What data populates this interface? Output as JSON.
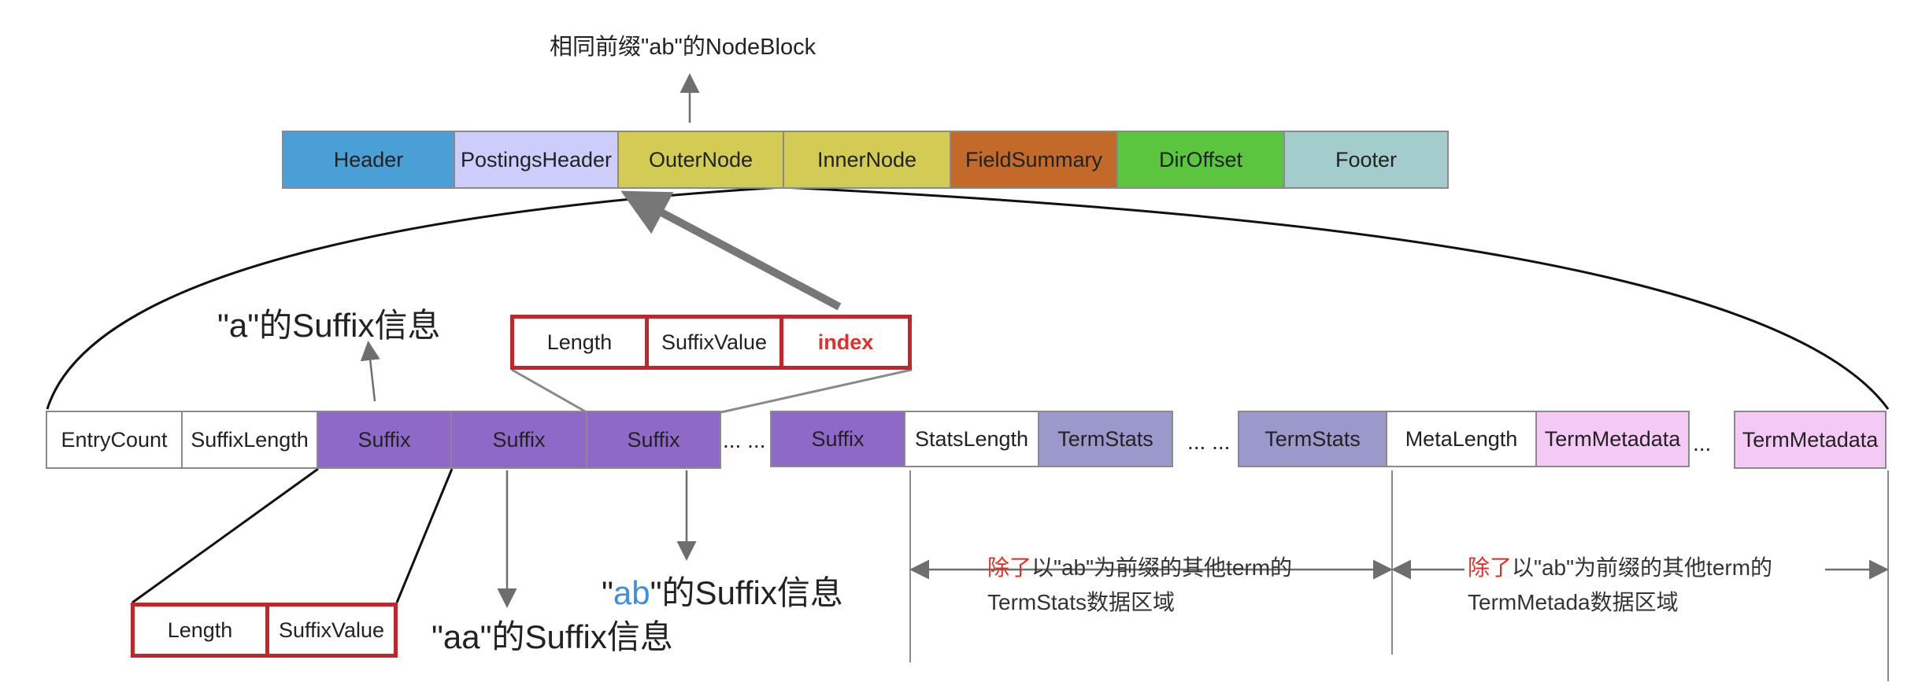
{
  "top_label": "相同前缀\"ab\"的NodeBlock",
  "top_row": [
    {
      "label": "Header",
      "color": "#4a9fd6"
    },
    {
      "label": "PostingsHeader",
      "color": "#cccdfa"
    },
    {
      "label": "OuterNode",
      "color": "#d2cc55"
    },
    {
      "label": "InnerNode",
      "color": "#d2cc55"
    },
    {
      "label": "FieldSummary",
      "color": "#c36a2a"
    },
    {
      "label": "DirOffset",
      "color": "#5bc540"
    },
    {
      "label": "Footer",
      "color": "#a3cccc"
    }
  ],
  "index_box": {
    "cells": [
      "Length",
      "SuffixValue",
      "index"
    ],
    "highlight_color": "#e0302a"
  },
  "bottom_row": {
    "entry_count": "EntryCount",
    "suffix_length": "SuffixLength",
    "suffixes": [
      "Suffix",
      "Suffix",
      "Suffix"
    ],
    "dots1": "... ...",
    "suffix_last": "Suffix",
    "stats_length": "StatsLength",
    "term_stats_1": "TermStats",
    "dots2": "... ...",
    "term_stats_2": "TermStats",
    "meta_length": "MetaLength",
    "term_metadata_1": "TermMetadata",
    "dots3": "...",
    "term_metadata_2": "TermMetadata",
    "suffix_color": "#8f69c7",
    "termstats_color": "#9b98cb",
    "metadata_color": "#f4c9f6"
  },
  "suffix_detail": {
    "cells": [
      "Length",
      "SuffixValue"
    ]
  },
  "labels": {
    "a_suffix": "\"a\"的Suffix信息",
    "aa_suffix": "\"aa\"的Suffix信息",
    "ab_quote_open": "\"",
    "ab_text": "ab",
    "ab_suffix_rest": "\"的Suffix信息"
  },
  "notes": {
    "stats_prefix": "除了",
    "stats_line1": "以\"ab\"为前缀的其他term的",
    "stats_line2": "TermStats数据区域",
    "meta_prefix": "除了",
    "meta_line1": "以\"ab\"为前缀的其他term的",
    "meta_line2": "TermMetada数据区域"
  }
}
